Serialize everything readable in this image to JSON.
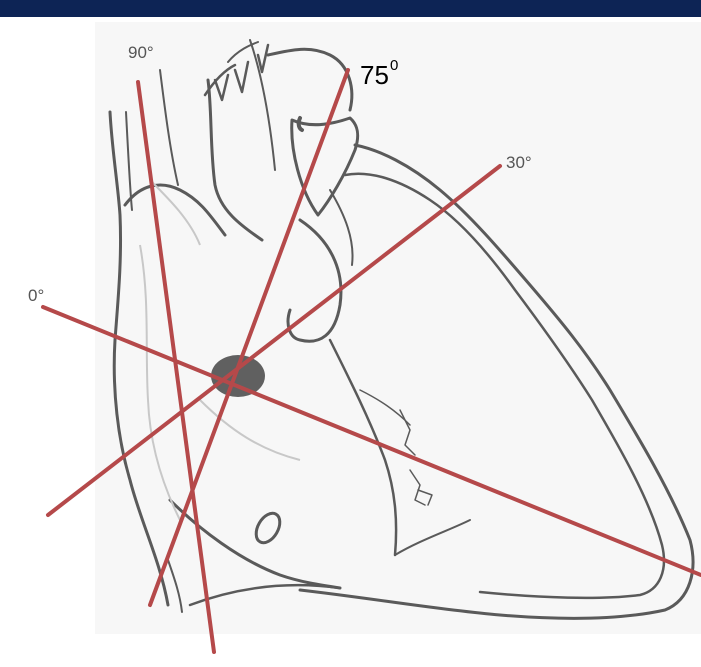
{
  "header": {
    "bar_color": "#0d2455"
  },
  "labels": {
    "angle_90": "90°",
    "angle_0": "0°",
    "angle_30": "30°",
    "angle_75_base": "75",
    "angle_75_sup": "0"
  },
  "colors": {
    "line": "#b5494a",
    "outline": "#5a5a5a",
    "node": "#606060",
    "background_panel": "#f4f4f4"
  }
}
